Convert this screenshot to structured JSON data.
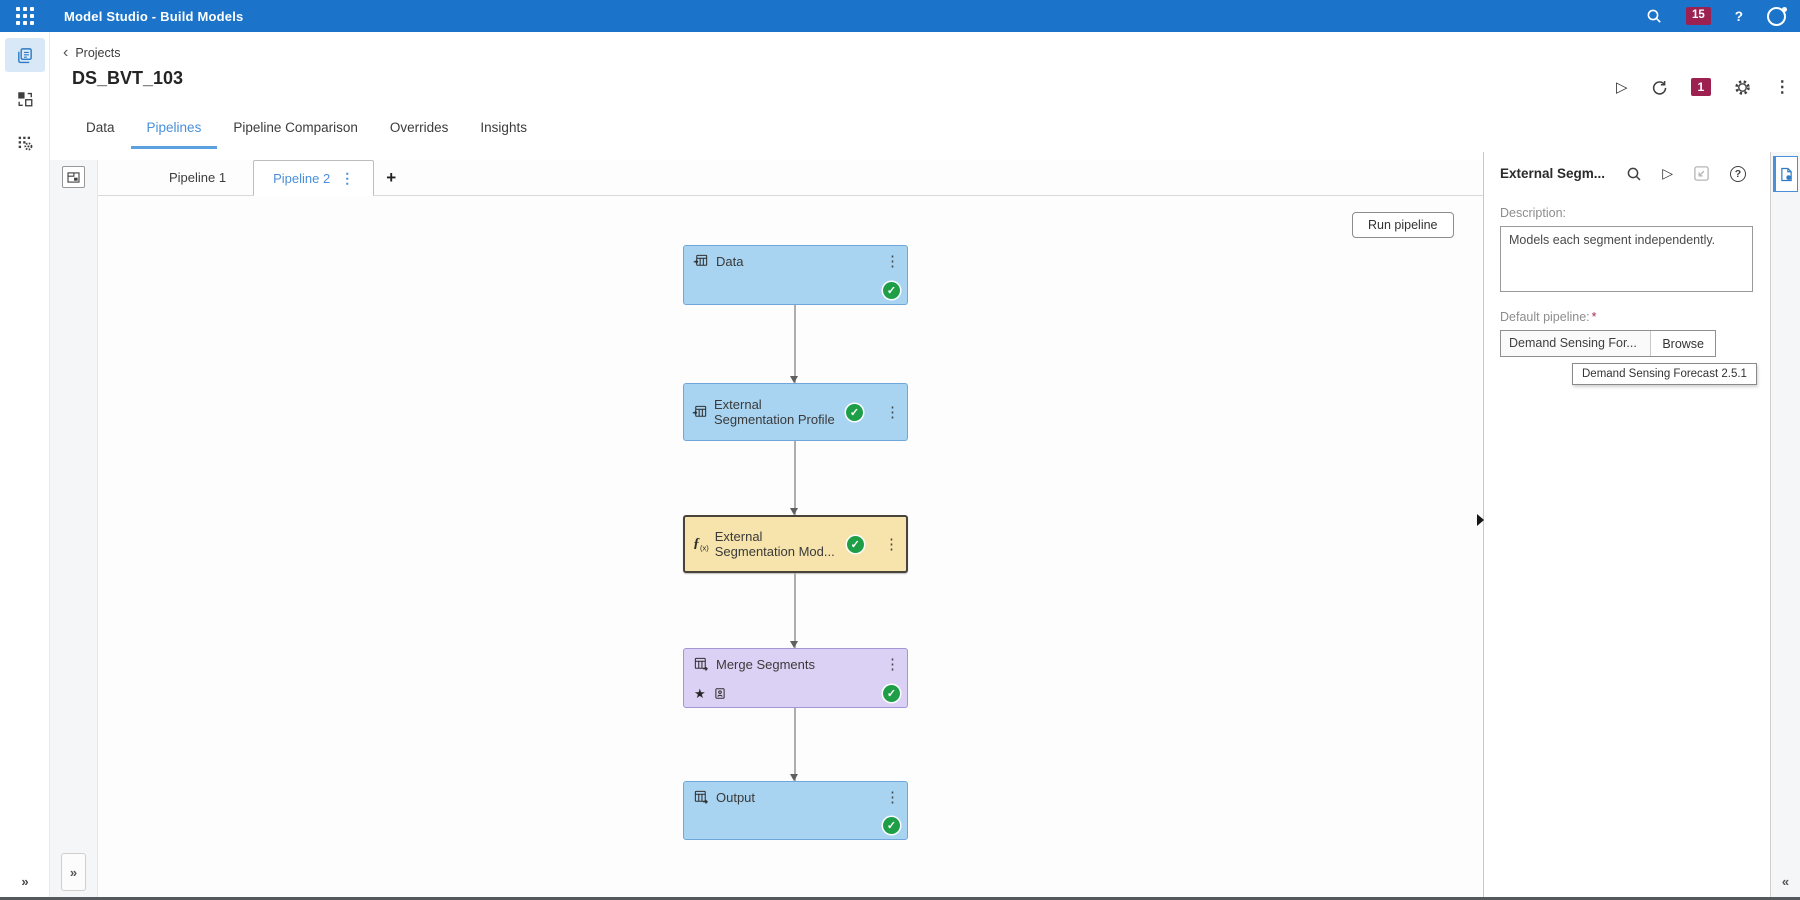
{
  "app_bar": {
    "title": "Model Studio - Build Models",
    "notification_count": "15",
    "help": "?"
  },
  "glyphs": {
    "kebab": "⋮",
    "star": "★",
    "plus": "+",
    "back": "‹",
    "expand": "»",
    "collapse": "«",
    "play": "▷",
    "check": "✓",
    "fx": "ƒ",
    "fx_sub": "(x)"
  },
  "breadcrumb": {
    "label": "Projects"
  },
  "project": {
    "title": "DS_BVT_103",
    "toolbar_badge": "1"
  },
  "main_tabs": [
    {
      "label": "Data"
    },
    {
      "label": "Pipelines",
      "active": true
    },
    {
      "label": "Pipeline Comparison"
    },
    {
      "label": "Overrides"
    },
    {
      "label": "Insights"
    }
  ],
  "pipeline_tabs": {
    "tab1": "Pipeline 1",
    "tab2": "Pipeline 2"
  },
  "canvas": {
    "run_button": "Run pipeline",
    "nodes": [
      {
        "label": "Data",
        "color": "blue",
        "status": "complete"
      },
      {
        "label": "External Segmentation Profile",
        "color": "blue",
        "status": "complete"
      },
      {
        "label": "External Segmentation Mod...",
        "color": "yellow",
        "status": "complete",
        "selected": true
      },
      {
        "label": "Merge Segments",
        "color": "purple",
        "status": "complete",
        "starred": true
      },
      {
        "label": "Output",
        "color": "blue",
        "status": "complete"
      }
    ]
  },
  "right_panel": {
    "title": "External Segm...",
    "description_label": "Description:",
    "description_value": "Models each segment independently.",
    "default_pipeline_label": "Default pipeline:",
    "required": "*",
    "default_pipeline_value": "Demand Sensing For...",
    "browse_label": "Browse",
    "tooltip": "Demand Sensing Forecast 2.5.1"
  },
  "colors": {
    "appbar_blue": "#1b74c9",
    "accent_blue": "#4a90d9",
    "badge_maroon": "#9d2150",
    "node_blue": "#a8d4f1",
    "node_yellow": "#f6e4ac",
    "node_purple": "#dbd1f4",
    "status_green": "#1e9e47"
  }
}
